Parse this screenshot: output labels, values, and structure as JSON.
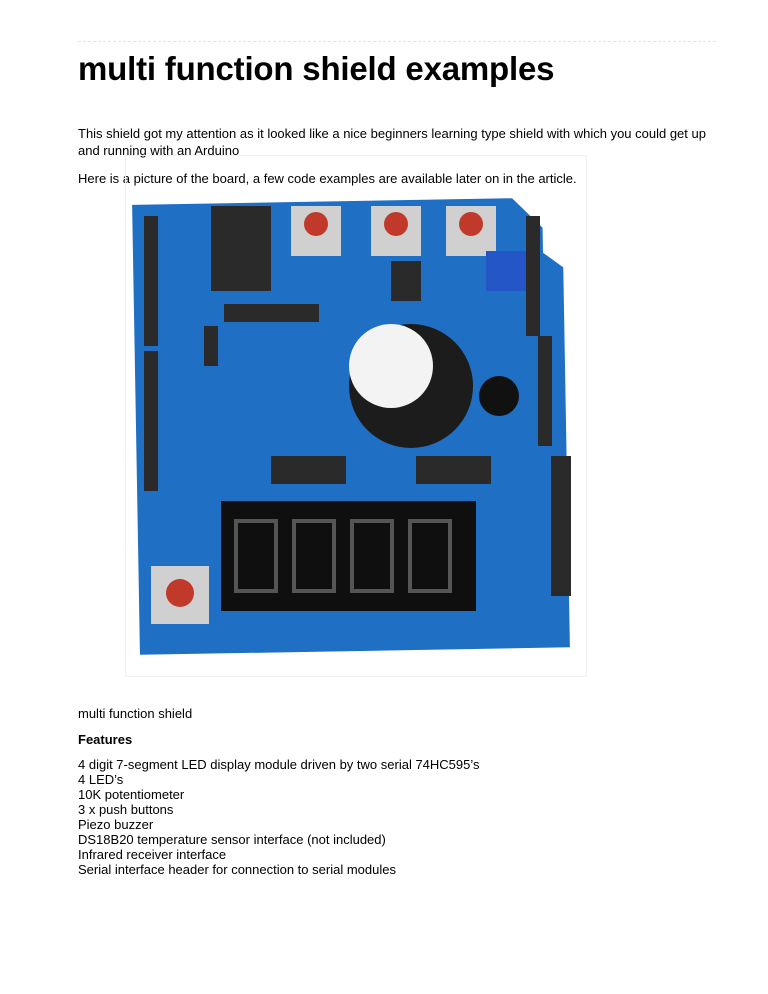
{
  "article": {
    "title": "multi function shield examples",
    "intro": "This shield got my attention as it looked like a nice beginners learning type shield with which you could get up and running with an Arduino",
    "picture_note": "Here is a picture of the board, a few code examples are available later on in the article.",
    "figure": {
      "caption": "multi function shield",
      "alt_icon": "arduino-shield-photo"
    },
    "features_heading": "Features",
    "features": [
      "4 digit 7-segment LED display module driven by two serial 74HC595’s",
      "4 LED’s",
      "10K potentiometer",
      "3 x push buttons",
      "Piezo buzzer",
      "DS18B20 temperature sensor interface (not included)",
      "Infrared receiver interface",
      "Serial interface header for connection to serial modules"
    ]
  }
}
